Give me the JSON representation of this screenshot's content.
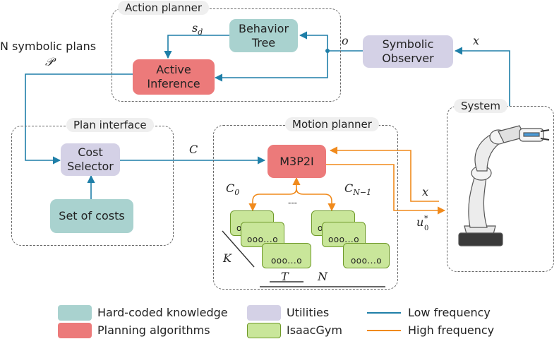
{
  "groups": {
    "action_planner": "Action planner",
    "plan_interface": "Plan interface",
    "motion_planner": "Motion planner",
    "system": "System"
  },
  "blocks": {
    "behavior_tree": [
      "Behavior",
      "Tree"
    ],
    "active_inference": [
      "Active",
      "Inference"
    ],
    "symbolic_observer": [
      "Symbolic",
      "Observer"
    ],
    "cost_selector": [
      "Cost",
      "Selector"
    ],
    "set_of_costs": "Set of costs",
    "m3p2i": "M3P2I"
  },
  "labels": {
    "s_d": "s_d",
    "o": "o",
    "x_top": "x",
    "n_symbolic_plans": "N symbolic plans",
    "p": "𝒫",
    "c": "C",
    "c0": "C_0",
    "cn1": "C_{N-1}",
    "dashes": "---",
    "x_right": "x",
    "u0": "u0*",
    "k": "K",
    "t": "T",
    "n": "N",
    "env": "ooo...o"
  },
  "legend": [
    {
      "label": "Hard-coded knowledge",
      "color": "#a9d2cf",
      "kind": "swatch"
    },
    {
      "label": "Utilities",
      "color": "#d4d1e6",
      "kind": "swatch"
    },
    {
      "label": "Low frequency",
      "color": "#1f7fa8",
      "kind": "line"
    },
    {
      "label": "Planning algorithms",
      "color": "#ec7a7a",
      "kind": "swatch"
    },
    {
      "label": "IsaacGym",
      "color": "#c9e69a",
      "kind": "swatch"
    },
    {
      "label": "High frequency",
      "color": "#f08a1c",
      "kind": "line"
    }
  ],
  "colors": {
    "low_frequency": "#1f7fa8",
    "high_frequency": "#f08a1c",
    "hard_coded": "#a9d2cf",
    "utilities": "#d4d1e6",
    "planning": "#ec7a7a",
    "isaacgym": "#c9e69a"
  }
}
